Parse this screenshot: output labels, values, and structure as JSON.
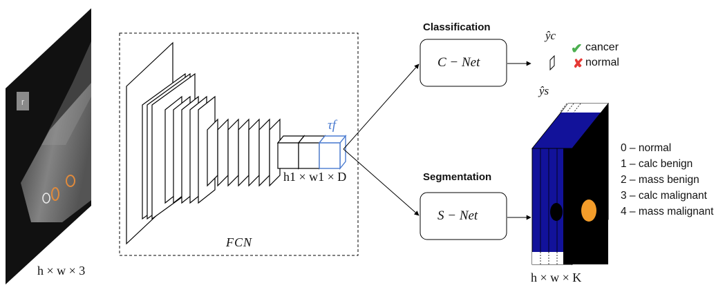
{
  "input": {
    "dims": "h × w × 3"
  },
  "fcn": {
    "label": "FCN",
    "feature_symbol": "τf",
    "feature_dims": "h1 × w1 × D"
  },
  "classification": {
    "title": "Classification",
    "net": "C − Net",
    "output_symbol": "ŷc",
    "classes": [
      {
        "label": "cancer",
        "mark": "✔",
        "color": "#4caf50"
      },
      {
        "label": "normal",
        "mark": "✘",
        "color": "#e53935"
      }
    ]
  },
  "segmentation": {
    "title": "Segmentation",
    "net": "S − Net",
    "output_symbol": "ŷs",
    "output_dims": "h × w × K",
    "legend": [
      "0 – normal",
      "1 – calc benign",
      "2 – mass benign",
      "3 – calc malignant",
      "4 – mass malignant"
    ]
  },
  "mammogram": {
    "marker": "r"
  },
  "colors": {
    "feature_outline": "#4a7bd0",
    "seg_blue": "#12129a",
    "lesion_orange": "#f39c2a",
    "lesion_outline": "#e08a3c"
  }
}
